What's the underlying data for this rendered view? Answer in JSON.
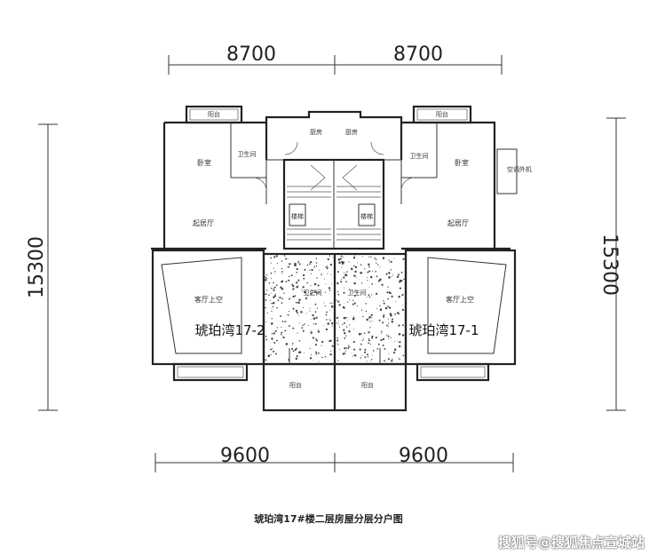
{
  "dimensions": {
    "top_left": "8700",
    "top_right": "8700",
    "bottom_left": "9600",
    "bottom_right": "9600",
    "left": "15300",
    "right": "15300"
  },
  "units": {
    "left": "琥珀湾17-2",
    "right": "琥珀湾17-1"
  },
  "rooms": {
    "balcony_tl": "阳台",
    "balcony_tr": "阳台",
    "kitchen": "厨房",
    "toilet_top": "厨房",
    "bedroom_left": "卧室",
    "bedroom_right": "卧室",
    "bath_left": "卫生间",
    "bath_right": "卫生间",
    "living_left": "起居厅",
    "living_right": "起居厅",
    "stair_left": "楼梯",
    "stair_right": "楼梯",
    "hall_left": "客厅上空",
    "hall_right": "客厅上空",
    "void_left": "卫生间",
    "void_right": "卫生间",
    "balcony_bl": "阳台",
    "balcony_br": "阳台",
    "ac_unit": "空调外机"
  },
  "caption": "琥珀湾17#楼二层房屋分层分户图",
  "watermark": "搜狐号@搜狐焦点宣城站"
}
